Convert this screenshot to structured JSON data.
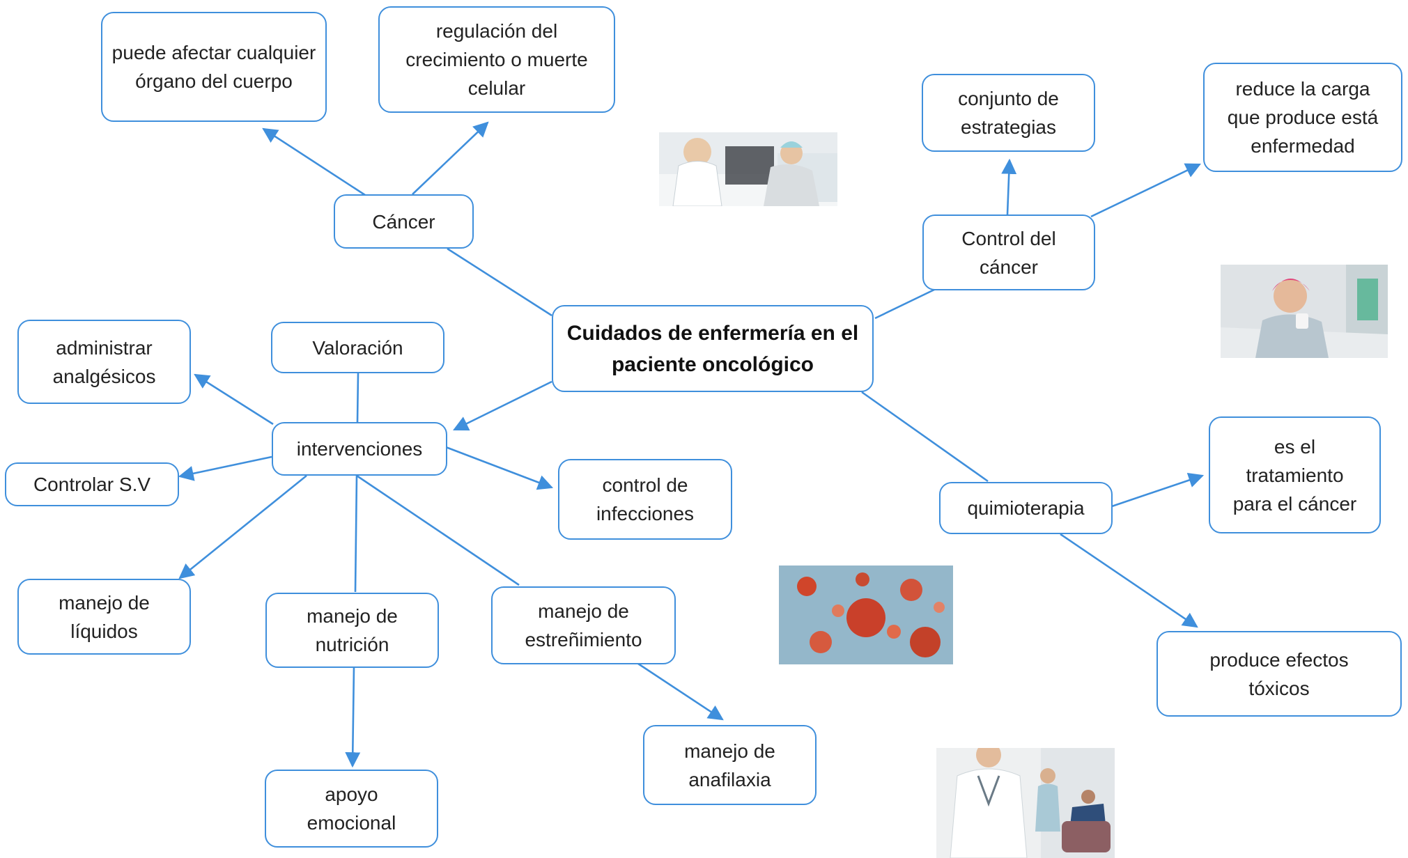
{
  "colors": {
    "border": "#3f8fdc",
    "link": "#3f8fdc",
    "text": "#222222",
    "background": "#ffffff"
  },
  "root": {
    "text": "Cuidados de enfermería en el paciente oncológico"
  },
  "nodes": {
    "cancer": "Cáncer",
    "cancer_organo": "puede afectar cualquier órgano del cuerpo",
    "cancer_regulacion": "regulación del crecimiento o muerte celular",
    "control_cancer": "Control del cáncer",
    "conjunto": "conjunto de estrategias",
    "reduce": "reduce la carga que produce está enfermedad",
    "quimioterapia": "quimioterapia",
    "es_tratamiento": "es el tratamiento para el cáncer",
    "efectos": "produce efectos tóxicos",
    "intervenciones": "intervenciones",
    "valoracion": "Valoración",
    "analgesicos": "administrar analgésicos",
    "signos": "Controlar S.V",
    "liquidos": "manejo de líquidos",
    "nutricion": "manejo de nutrición",
    "apoyo": "apoyo emocional",
    "estrenimiento": "manejo de estreñimiento",
    "anafilaxia": "manejo de anafilaxia",
    "infecciones": "control de infecciones"
  },
  "photos": [
    {
      "name": "nurse-patient-photo",
      "icon": "nurse-with-patient-photo"
    },
    {
      "name": "patient-headscarf-photo",
      "icon": "patient-with-headscarf-photo"
    },
    {
      "name": "cancer-cells-photo",
      "icon": "cancer-cells-photo"
    },
    {
      "name": "doctor-chemo-room-photo",
      "icon": "doctor-in-treatment-room-photo"
    }
  ]
}
